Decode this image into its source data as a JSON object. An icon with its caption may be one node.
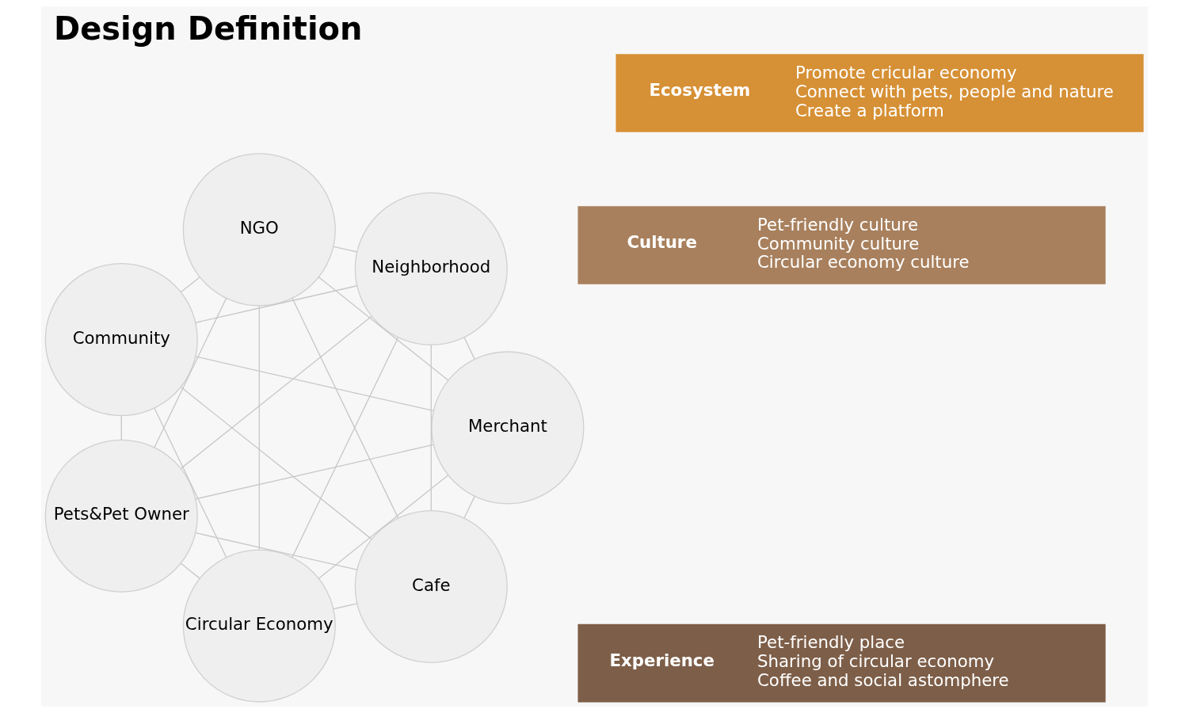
{
  "diagram": {
    "title": "Design Definition",
    "nodes": [
      {
        "text": [
          "Cafe"
        ]
      },
      {
        "text": [
          "Merchant"
        ]
      },
      {
        "text": [
          "Pets&Pet Owner"
        ]
      },
      {
        "text": [
          "Experience",
          "Pet-friendly place",
          "Sharing of circular economy",
          "Coffee and social astomphere"
        ]
      },
      {
        "text": [
          "Culture",
          "Pet-friendly culture",
          "Community culture",
          "Circular economy culture"
        ]
      },
      {
        "text": [
          "Community"
        ]
      },
      {
        "text": [
          "NGO"
        ]
      },
      {
        "text": [
          "Ecosystem",
          "Promote cricular economy",
          "Connect with pets, people and nature",
          "Create a platform"
        ]
      },
      {
        "text": [
          "Neighborhood"
        ]
      },
      {
        "text": [
          "Circular Economy"
        ]
      }
    ],
    "edges": [
      {
        "from": 0,
        "to": 1,
        "arrow": "none"
      },
      {
        "from": 0,
        "to": 2,
        "arrow": "none"
      },
      {
        "from": 0,
        "to": 5,
        "arrow": "none"
      },
      {
        "from": 0,
        "to": 6,
        "arrow": "none"
      },
      {
        "from": 0,
        "to": 8,
        "arrow": "none"
      },
      {
        "from": 0,
        "to": 9,
        "arrow": "none"
      },
      {
        "from": 1,
        "to": 2,
        "arrow": "none"
      },
      {
        "from": 1,
        "to": 5,
        "arrow": "none"
      },
      {
        "from": 1,
        "to": 6,
        "arrow": "none"
      },
      {
        "from": 1,
        "to": 8,
        "arrow": "none"
      },
      {
        "from": 1,
        "to": 9,
        "arrow": "none"
      },
      {
        "from": 2,
        "to": 5,
        "arrow": "none"
      },
      {
        "from": 2,
        "to": 6,
        "arrow": "none"
      },
      {
        "from": 2,
        "to": 8,
        "arrow": "none"
      },
      {
        "from": 2,
        "to": 9,
        "arrow": "none"
      },
      {
        "from": 5,
        "to": 6,
        "arrow": "none"
      },
      {
        "from": 5,
        "to": 8,
        "arrow": "none"
      },
      {
        "from": 5,
        "to": 9,
        "arrow": "none"
      },
      {
        "from": 6,
        "to": 8,
        "arrow": "none"
      },
      {
        "from": 6,
        "to": 9,
        "arrow": "none"
      },
      {
        "from": 8,
        "to": 9,
        "arrow": "none"
      }
    ]
  }
}
